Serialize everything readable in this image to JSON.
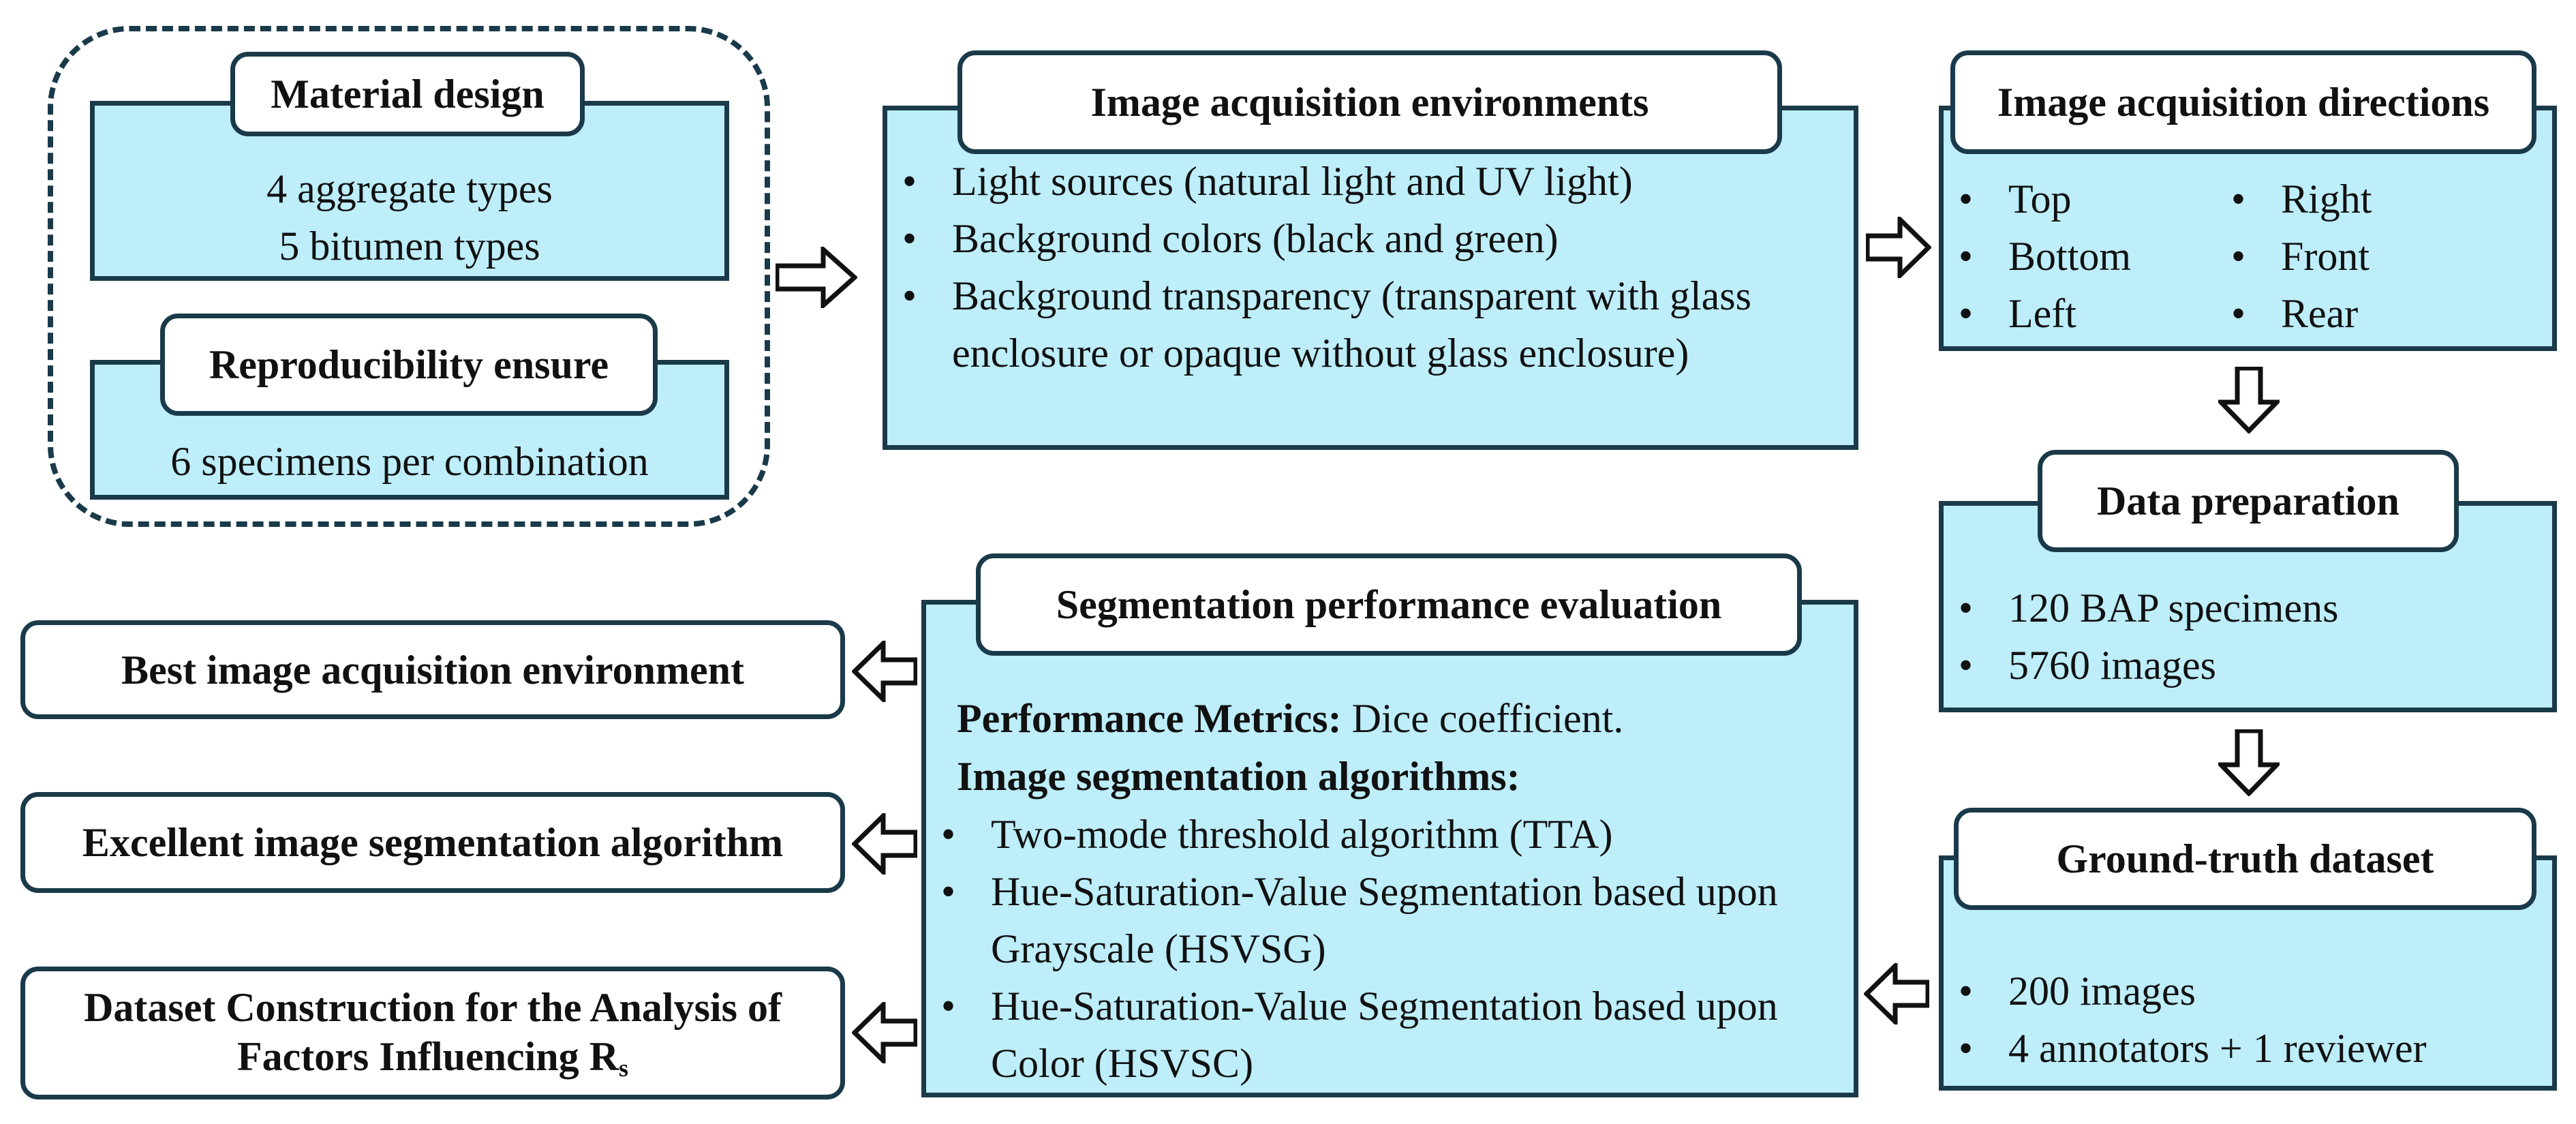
{
  "material_design": {
    "title": "Material design",
    "lines": [
      "4 aggregate types",
      "5 bitumen types"
    ]
  },
  "reproducibility": {
    "title": "Reproducibility ensure",
    "line": "6 specimens per combination"
  },
  "environments": {
    "title": "Image acquisition environments",
    "items": [
      "Light sources (natural light and UV light)",
      " Background colors (black and green)",
      " Background transparency (transparent with glass enclosure or opaque without glass enclosure)"
    ]
  },
  "directions": {
    "title": "Image acquisition directions",
    "col1": [
      "Top",
      "Bottom",
      "Left"
    ],
    "col2": [
      "Right",
      "Front",
      "Rear"
    ]
  },
  "data_preparation": {
    "title": "Data preparation",
    "items": [
      "120 BAP specimens",
      "5760 images"
    ]
  },
  "ground_truth": {
    "title": "Ground-truth dataset",
    "items": [
      "200 images",
      "4 annotators + 1 reviewer"
    ]
  },
  "evaluation": {
    "title": "Segmentation performance evaluation",
    "metrics_label": "Performance Metrics:",
    "metrics_value": " Dice coefficient.",
    "algorithms_label": "Image segmentation algorithms:",
    "algorithms": [
      "Two-mode threshold algorithm (TTA)",
      "Hue-Saturation-Value Segmentation based upon Grayscale (HSVSG)",
      "Hue-Saturation-Value Segmentation based upon Color (HSVSC)"
    ]
  },
  "outputs": {
    "best_env": "Best image acquisition environment",
    "best_algo": "Excellent image segmentation algorithm",
    "dataset_line1": "Dataset Construction for the Analysis of",
    "dataset_line2": "Factors Influencing R",
    "dataset_sub": "s"
  },
  "colors": {
    "panel": "#bdeefa",
    "border": "#1a3a4a",
    "tag": "#ffffff"
  }
}
